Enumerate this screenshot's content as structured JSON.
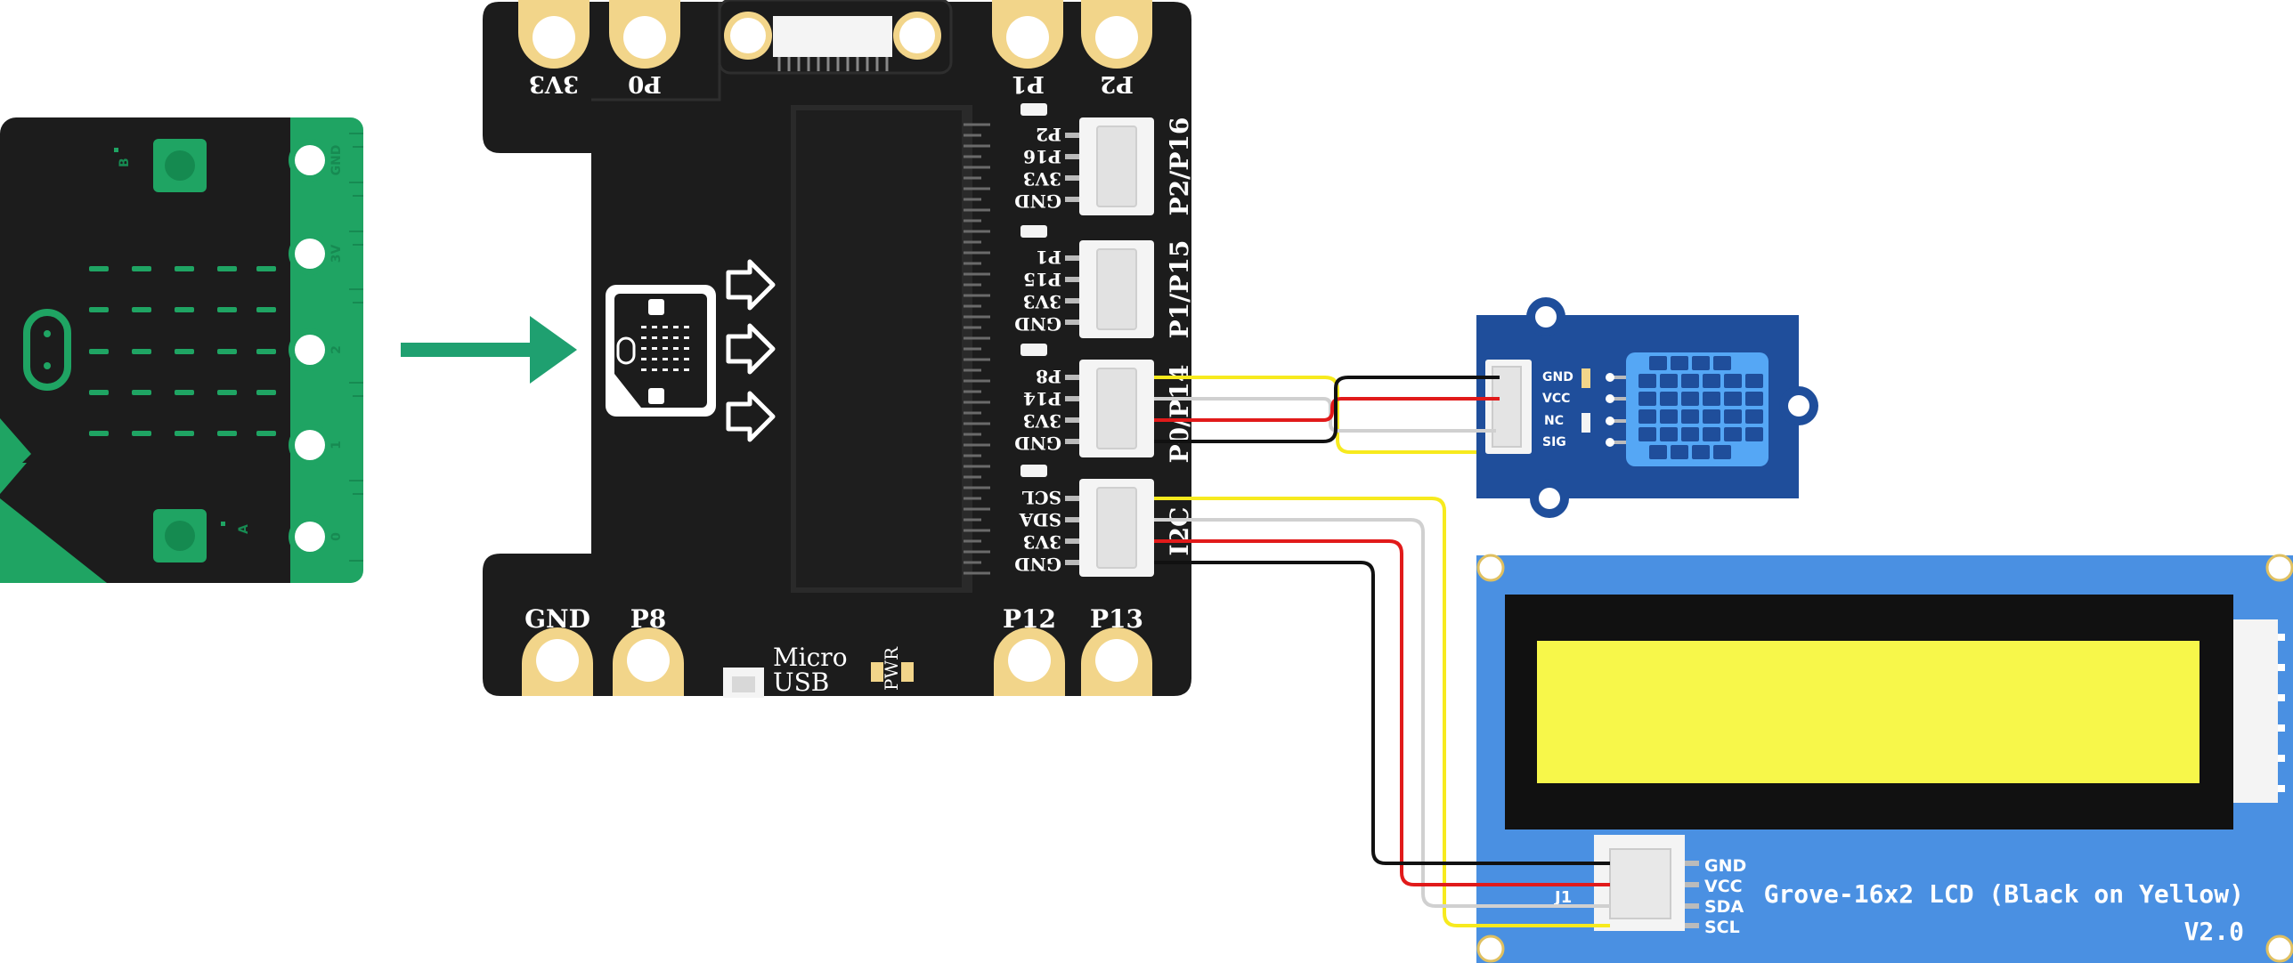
{
  "colors": {
    "board_black": "#1c1c1c",
    "board_dark": "#2a2a2a",
    "pad_gold": "#f2d58a",
    "microbit_green": "#1fa463",
    "arrow_green": "#1fa070",
    "grove_blue": "#1f4e9b",
    "lcd_blue": "#4a90e2",
    "lcd_yellow": "#f7f74a",
    "connector_white": "#f4f4f4",
    "wire_yellow": "#f7ea1e",
    "wire_white": "#d0d0d0",
    "wire_red": "#e11a1a",
    "wire_black": "#111111"
  },
  "microbit": {
    "edge_labels": [
      "GND",
      "3V",
      "2",
      "1",
      "0"
    ],
    "button_a": "A",
    "button_b": "B"
  },
  "breakout": {
    "top_pads": [
      "3V3",
      "P0",
      "P1",
      "P2"
    ],
    "bottom_pads": [
      "GND",
      "P8",
      "P12",
      "P13"
    ],
    "micro_usb": [
      "Micro",
      "USB"
    ],
    "pwr": "PWR",
    "ports": [
      {
        "name": "P2/P16",
        "pins": [
          "P2",
          "P16",
          "3V3",
          "GND"
        ]
      },
      {
        "name": "P1/P15",
        "pins": [
          "P1",
          "P15",
          "3V3",
          "GND"
        ]
      },
      {
        "name": "P0/P14",
        "pins": [
          "P8",
          "P14",
          "3V3",
          "GND"
        ]
      },
      {
        "name": "I2C",
        "pins": [
          "SCL",
          "SDA",
          "3V3",
          "GND"
        ]
      }
    ]
  },
  "dht_sensor": {
    "pins": [
      "GND",
      "VCC",
      "NC",
      "SIG"
    ]
  },
  "lcd": {
    "title": "Grove-16x2 LCD (Black on Yellow)",
    "version": "V2.0",
    "connector_label": "J1",
    "pins": [
      "GND",
      "VCC",
      "SDA",
      "SCL"
    ]
  }
}
